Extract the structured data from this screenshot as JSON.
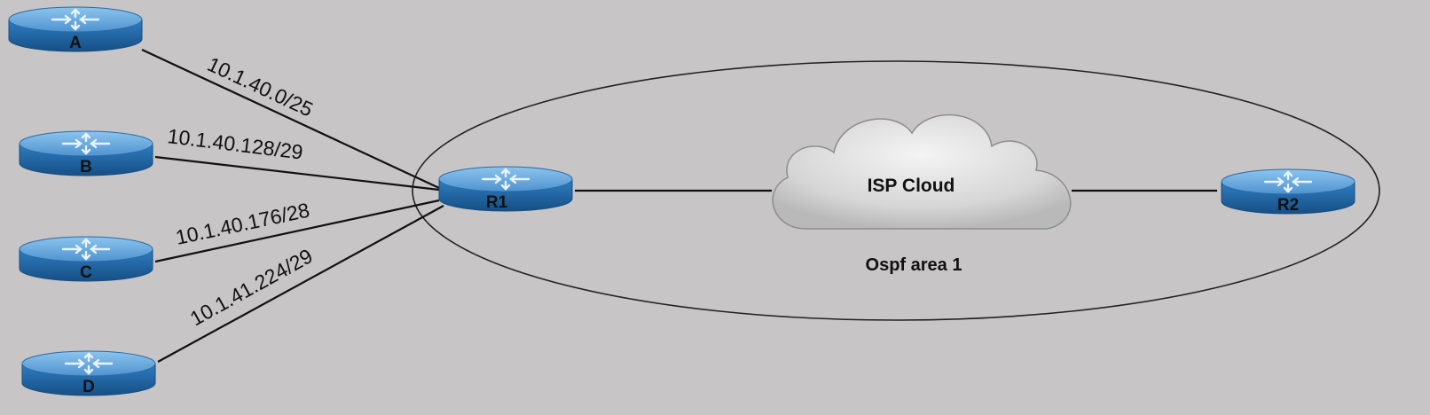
{
  "routers": {
    "a": "A",
    "b": "B",
    "c": "C",
    "d": "D",
    "r1": "R1",
    "r2": "R2"
  },
  "links": {
    "a_r1": "10.1.40.0/25",
    "b_r1": "10.1.40.128/29",
    "c_r1": "10.1.40.176/28",
    "d_r1": "10.1.41.224/29"
  },
  "cloud": {
    "label": "ISP Cloud"
  },
  "area": {
    "label": "Ospf area 1"
  },
  "colors": {
    "background": "#c7c5c5",
    "router_top": "#5d9fd6",
    "router_side": "#1f5f9c",
    "line": "#111111"
  },
  "icons": {
    "router": "router-icon",
    "cloud": "cloud-icon"
  }
}
